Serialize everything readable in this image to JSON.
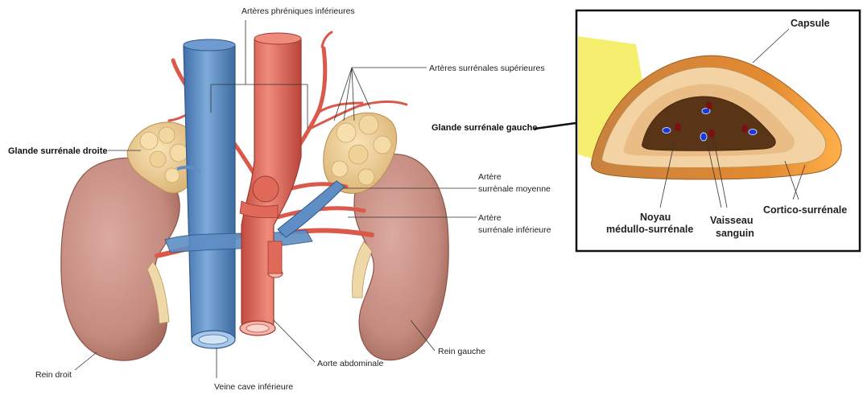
{
  "labels": {
    "arteres_phreniques_inferieures": "Artères phréniques inférieures",
    "arteres_surrenales_superieures": "Artères surrénales supérieures",
    "glande_surrenale_droite": "Glande surrénale droite",
    "glande_surrenale_gauche": "Glande surrénale gauche",
    "artere_surrenale_moyenne_l1": "Artère",
    "artere_surrenale_moyenne_l2": "surrénale moyenne",
    "artere_surrenale_inferieure_l1": "Artère",
    "artere_surrenale_inferieure_l2": "surrénale inférieure",
    "rein_droit": "Rein droit",
    "veine_cave_inferieure": "Veine cave inférieure",
    "aorte_abdominale": "Aorte abdominale",
    "rein_gauche": "Rein gauche"
  },
  "inset": {
    "capsule": "Capsule",
    "noyau_l1": "Noyau",
    "noyau_l2": "médullo-surrénale",
    "vaisseau_l1": "Vaisseau",
    "vaisseau_l2": "sanguin",
    "cortico": "Cortico-surrénale"
  },
  "colors": {
    "vein": "#5d8fc6",
    "artery": "#e0695a",
    "kidney": "#c98f83",
    "gland": "#efcf96",
    "medulla": "#5a3416",
    "cortex": "#f3d2a4",
    "capsule": "#e9892f"
  }
}
